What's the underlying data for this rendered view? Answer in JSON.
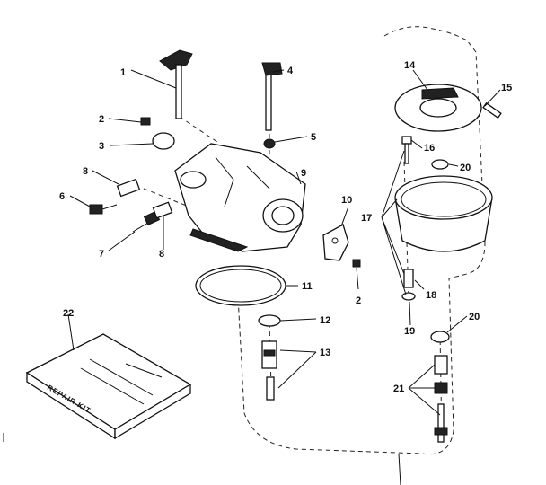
{
  "diagram": {
    "type": "exploded parts diagram",
    "callouts": [
      "1",
      "2",
      "3",
      "4",
      "5",
      "6",
      "7",
      "8",
      "9",
      "10",
      "11",
      "12",
      "13",
      "14",
      "15",
      "16",
      "17",
      "18",
      "19",
      "20",
      "21",
      "22"
    ],
    "repeated_callouts": {
      "2_lower": "2",
      "8_lower": "8",
      "20_upper": "20"
    },
    "kit_label": "REPAIR KIT"
  }
}
